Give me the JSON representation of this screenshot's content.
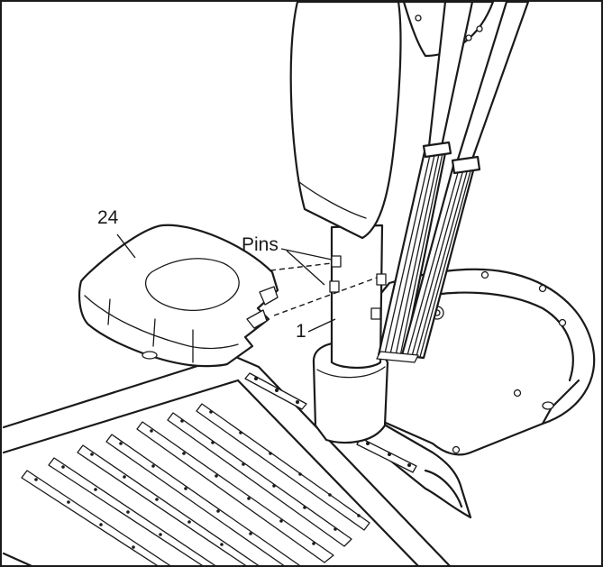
{
  "callouts": {
    "part_number": "24",
    "pins": "Pins",
    "frame_number": "1"
  }
}
